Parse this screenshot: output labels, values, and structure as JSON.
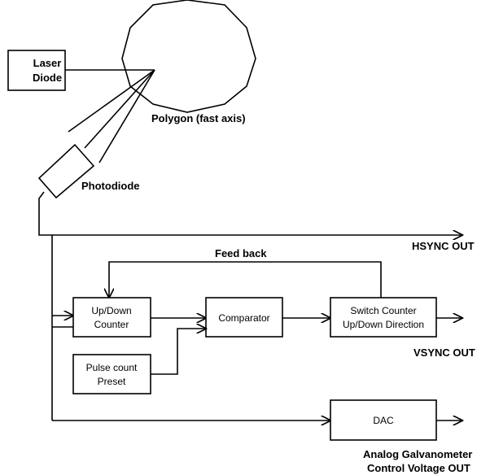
{
  "laser_diode": {
    "line1": "Laser",
    "line2": "Diode"
  },
  "polygon_label": "Polygon  (fast axis)",
  "photodiode_label": "Photodiode",
  "hsync_label": "HSYNC OUT",
  "feedback_label": "Feed back",
  "updown_counter": {
    "line1": "Up/Down",
    "line2": "Counter"
  },
  "comparator": {
    "line1": "Comparator"
  },
  "switch_counter": {
    "line1": "Switch Counter",
    "line2": "Up/Down Direction"
  },
  "vsync_label": "VSYNC OUT",
  "pulse_preset": {
    "line1": "Pulse count",
    "line2": "Preset"
  },
  "dac": {
    "line1": "DAC"
  },
  "analog_out": {
    "line1": "Analog Galvanometer",
    "line2": "Control Voltage OUT"
  }
}
